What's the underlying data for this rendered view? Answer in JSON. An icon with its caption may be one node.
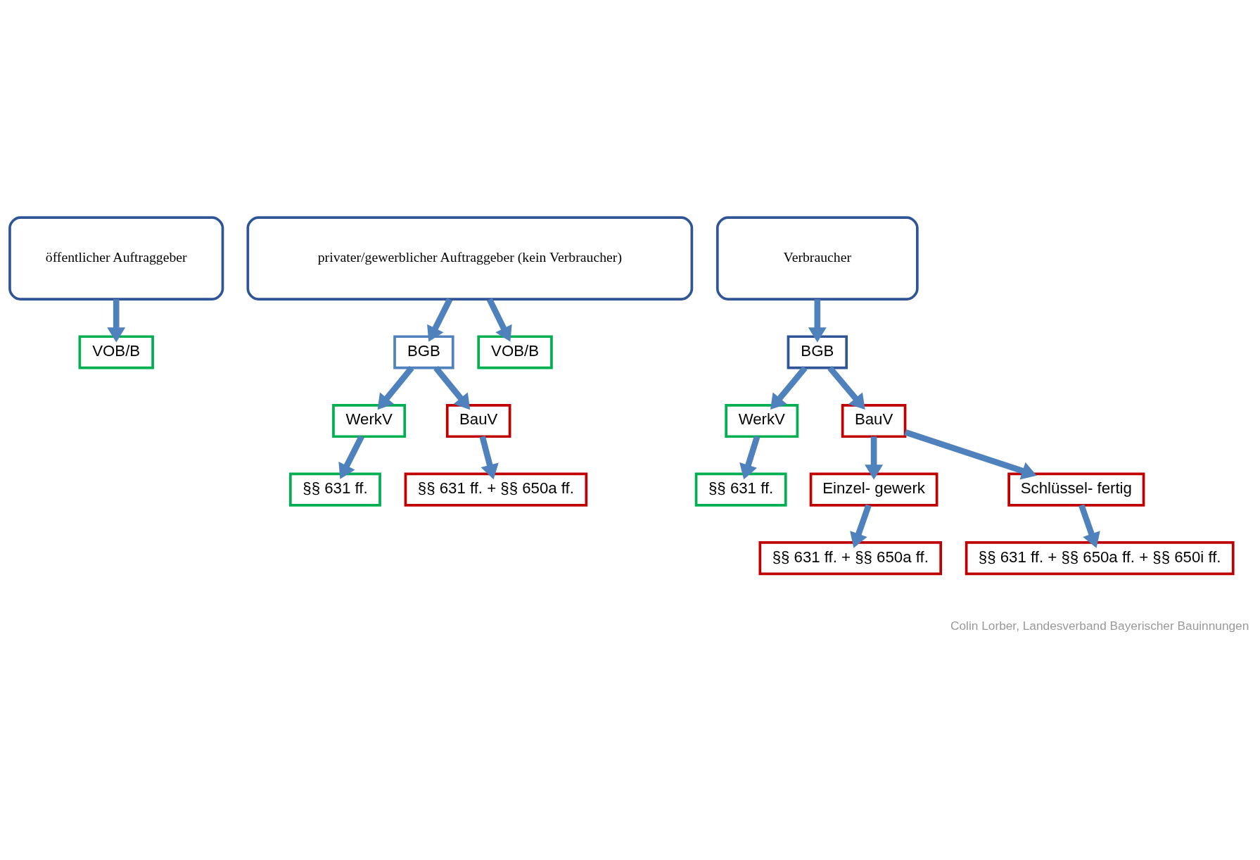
{
  "diagram": {
    "nodes": [
      {
        "text": [
          "öffentlicher Auftraggeber"
        ]
      },
      {
        "text": [
          "privater/gewerblicher Auftraggeber (kein Verbraucher)"
        ]
      },
      {
        "text": [
          "Verbraucher"
        ]
      },
      {
        "text": [
          "BGB"
        ]
      },
      {
        "text": [
          "VOB/B"
        ]
      },
      {
        "text": [
          "BGB"
        ]
      },
      {
        "text": [
          "WerkV"
        ]
      },
      {
        "text": [
          "BauV"
        ]
      },
      {
        "text": [
          "WerkV"
        ]
      },
      {
        "text": [
          "BauV"
        ]
      },
      {
        "text": [
          "VOB/B"
        ]
      },
      {
        "text": [
          "§§ 631 ff."
        ]
      },
      {
        "text": [
          "§§ 631 ff. + §§ 650a ff."
        ]
      },
      {
        "text": [
          "§§ 631 ff."
        ]
      },
      {
        "text": [
          "Einzel- gewerk"
        ]
      },
      {
        "text": [
          "Schlüssel- fertig"
        ]
      },
      {
        "text": [
          "§§ 631 ff. + §§ 650a ff."
        ]
      },
      {
        "text": [
          "§§ 631 ff. + §§ 650a ff. + §§ 650i ff."
        ]
      }
    ],
    "edges": [
      {
        "from": 0,
        "to": 10,
        "arrow": "to"
      },
      {
        "from": 1,
        "to": 3,
        "arrow": "to"
      },
      {
        "from": 1,
        "to": 4,
        "arrow": "to"
      },
      {
        "from": 2,
        "to": 5,
        "arrow": "to"
      },
      {
        "from": 3,
        "to": 6,
        "arrow": "to"
      },
      {
        "from": 3,
        "to": 7,
        "arrow": "to"
      },
      {
        "from": 5,
        "to": 8,
        "arrow": "to"
      },
      {
        "from": 5,
        "to": 9,
        "arrow": "to"
      },
      {
        "from": 6,
        "to": 11,
        "arrow": "to"
      },
      {
        "from": 7,
        "to": 12,
        "arrow": "to"
      },
      {
        "from": 8,
        "to": 13,
        "arrow": "to"
      },
      {
        "from": 9,
        "to": 14,
        "arrow": "to"
      },
      {
        "from": 9,
        "to": 15,
        "arrow": "to"
      },
      {
        "from": 14,
        "to": 16,
        "arrow": "to"
      },
      {
        "from": 15,
        "to": 17,
        "arrow": "to"
      }
    ],
    "labels": [
      "Colin Lorber, Landesverband Bayerischer Bauinnungen"
    ]
  }
}
